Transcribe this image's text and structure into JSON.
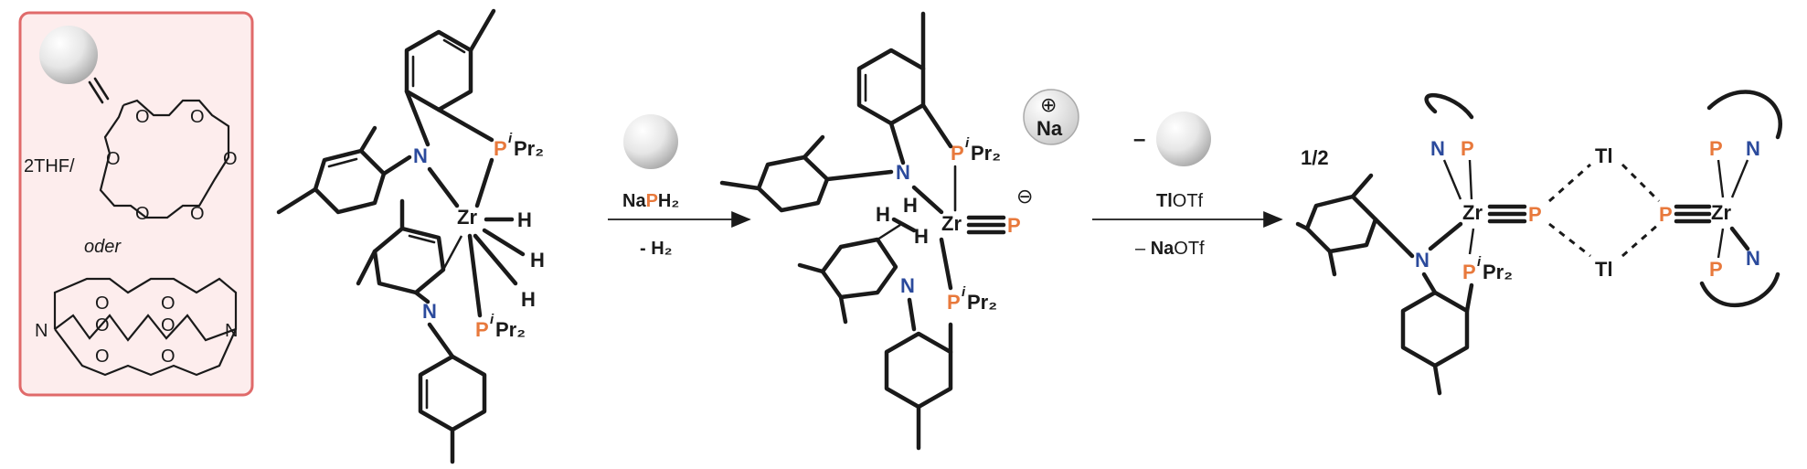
{
  "reagent_box": {
    "solvate": "2THF/",
    "or_word": "oder",
    "colors": {
      "box_fill": "#fdeded",
      "box_border": "#e06a6a"
    }
  },
  "atoms": {
    "zr": "Zr",
    "n": "N",
    "p": "P",
    "h": "H",
    "tl": "Tl",
    "o": "O",
    "na": "Na",
    "ipr2": "Pr₂",
    "ipr_sup": "i",
    "plus": "⊕",
    "minus": "⊖"
  },
  "step1": {
    "reagent_na": "Na",
    "reagent_p": "P",
    "reagent_h2": "H₂",
    "byproduct": "- H₂"
  },
  "step2": {
    "minus_sign": "–",
    "reagent_tl": "Tl",
    "reagent_otf": "OTf",
    "byproduct_prefix": "– ",
    "byproduct_na": "Na",
    "byproduct_otf": "OTf"
  },
  "product": {
    "factor": "1/2"
  },
  "colors": {
    "nitrogen": "#2b4a9c",
    "phosphorus": "#e8793c",
    "bonds": "#1a1a1a"
  }
}
